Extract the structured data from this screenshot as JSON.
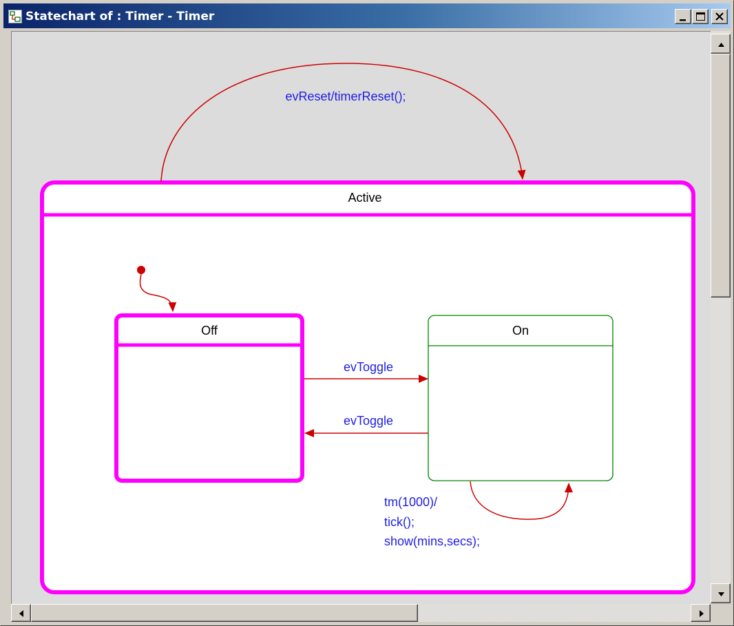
{
  "window": {
    "title": "Statechart of : Timer - Timer"
  },
  "colors": {
    "composite_state_border": "#ff00ff",
    "simple_state_border": "#008000",
    "transition": "#cc0000",
    "label": "#1e1ee6",
    "canvas": "#dcdcdc",
    "titlebar_start": "#0a246a",
    "titlebar_end": "#a6caf0"
  },
  "diagram": {
    "active_state": {
      "name": "Active"
    },
    "states": {
      "off": {
        "name": "Off"
      },
      "on": {
        "name": "On"
      }
    },
    "transitions": {
      "reset": {
        "label": "evReset/timerReset();"
      },
      "toggle_off_to_on": {
        "label": "evToggle"
      },
      "toggle_on_to_off": {
        "label": "evToggle"
      },
      "tick_self": {
        "label_lines": [
          "tm(1000)/",
          "tick();",
          "show(mins,secs);"
        ]
      }
    }
  },
  "icons": {
    "title": "statechart-icon",
    "minimize": "minimize-icon",
    "maximize": "maximize-icon",
    "close": "close-icon",
    "scroll_up": "arrow-up-icon",
    "scroll_down": "arrow-down-icon",
    "scroll_left": "arrow-left-icon",
    "scroll_right": "arrow-right-icon"
  }
}
